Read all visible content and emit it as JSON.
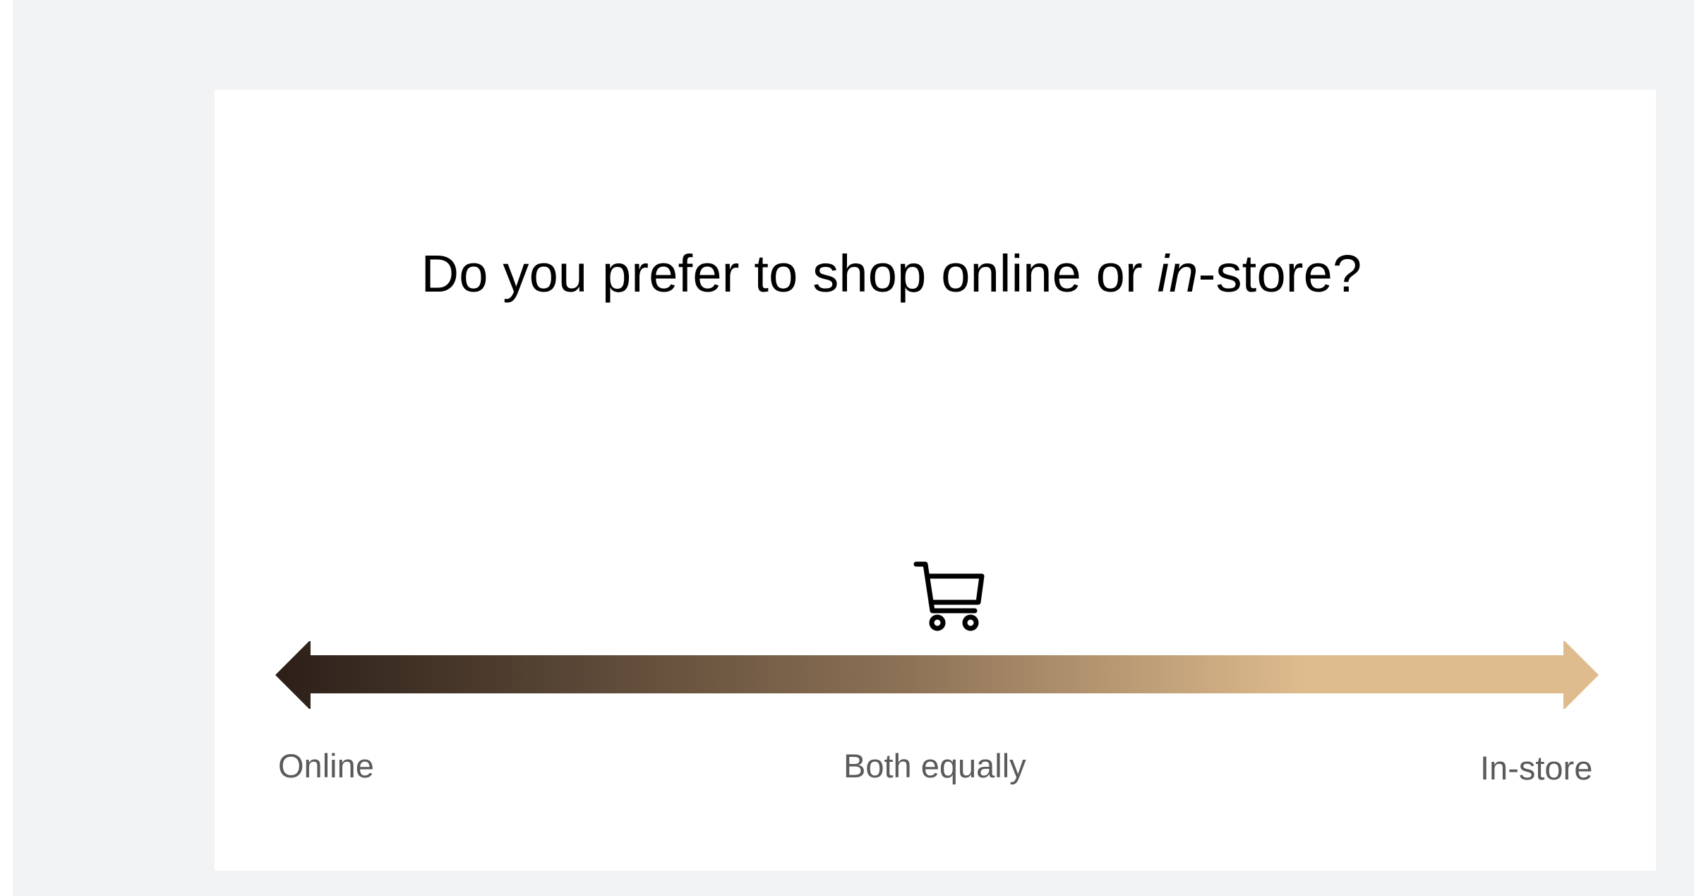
{
  "question": {
    "before": "Do you prefer to shop online or ",
    "emphasis": "in",
    "after": "-store?"
  },
  "slider": {
    "icon": "shopping-cart-icon",
    "value": 0.5,
    "gradient_start": "#2b1f18",
    "gradient_mid": "#8d7256",
    "gradient_end": "#dfbc8e",
    "labels": {
      "left": "Online",
      "center": "Both equally",
      "right": "In-store"
    }
  }
}
